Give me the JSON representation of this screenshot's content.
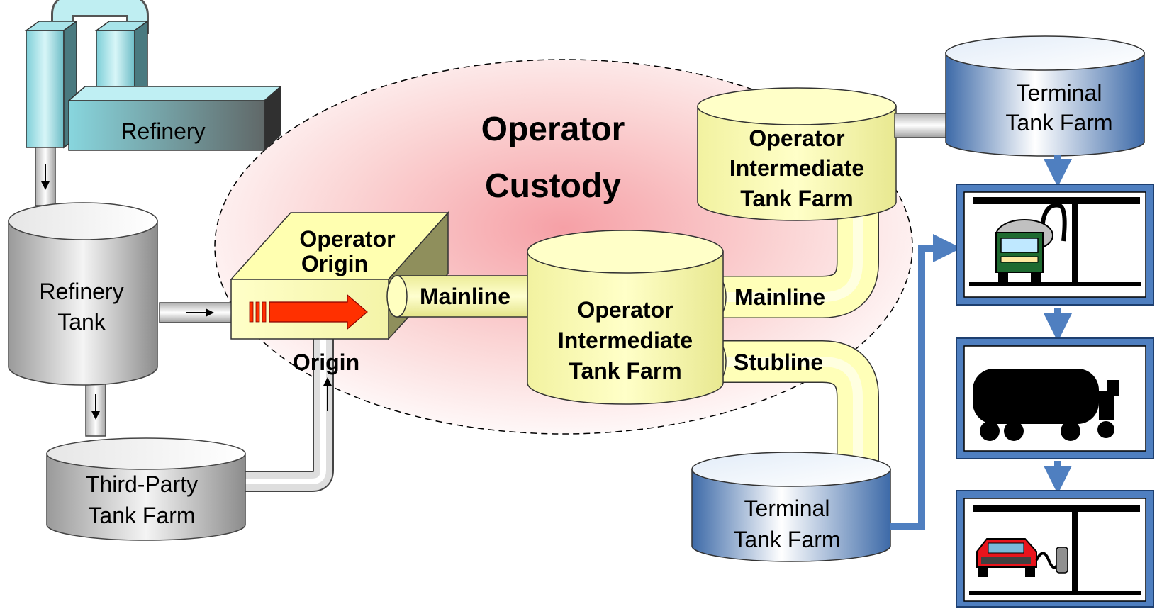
{
  "custody": {
    "title_line1": "Operator",
    "title_line2": "Custody"
  },
  "refinery": {
    "label": "Refinery"
  },
  "refinery_tank": {
    "line1": "Refinery",
    "line2": "Tank"
  },
  "third_party_tank_farm": {
    "line1": "Third-Party",
    "line2": "Tank Farm"
  },
  "operator_origin": {
    "line1": "Operator",
    "line2": "Origin",
    "caption": "Origin"
  },
  "pipes": {
    "mainline_1": "Mainline",
    "mainline_2": "Mainline",
    "stubline": "Stubline"
  },
  "intermediate_tank_center": {
    "line1": "Operator",
    "line2": "Intermediate",
    "line3": "Tank Farm"
  },
  "intermediate_tank_upper": {
    "line1": "Operator",
    "line2": "Intermediate",
    "line3": "Tank Farm"
  },
  "terminal_tank_upper": {
    "line1": "Terminal",
    "line2": "Tank Farm"
  },
  "terminal_tank_lower": {
    "line1": "Terminal",
    "line2": "Tank Farm"
  },
  "icons": [
    "fuel-truck-loading-icon",
    "tanker-truck-icon",
    "car-fueling-icon"
  ],
  "colors": {
    "operator_yellow": "#ffffa8",
    "terminal_blue": "#4a76b4",
    "refinery_teal": "#8fd8e0",
    "gray_tank": "#c8c8c8",
    "custody_pink": "#f9c4c4",
    "flow_arrow": "#4f7fc0",
    "origin_arrow": "#ff3000"
  }
}
